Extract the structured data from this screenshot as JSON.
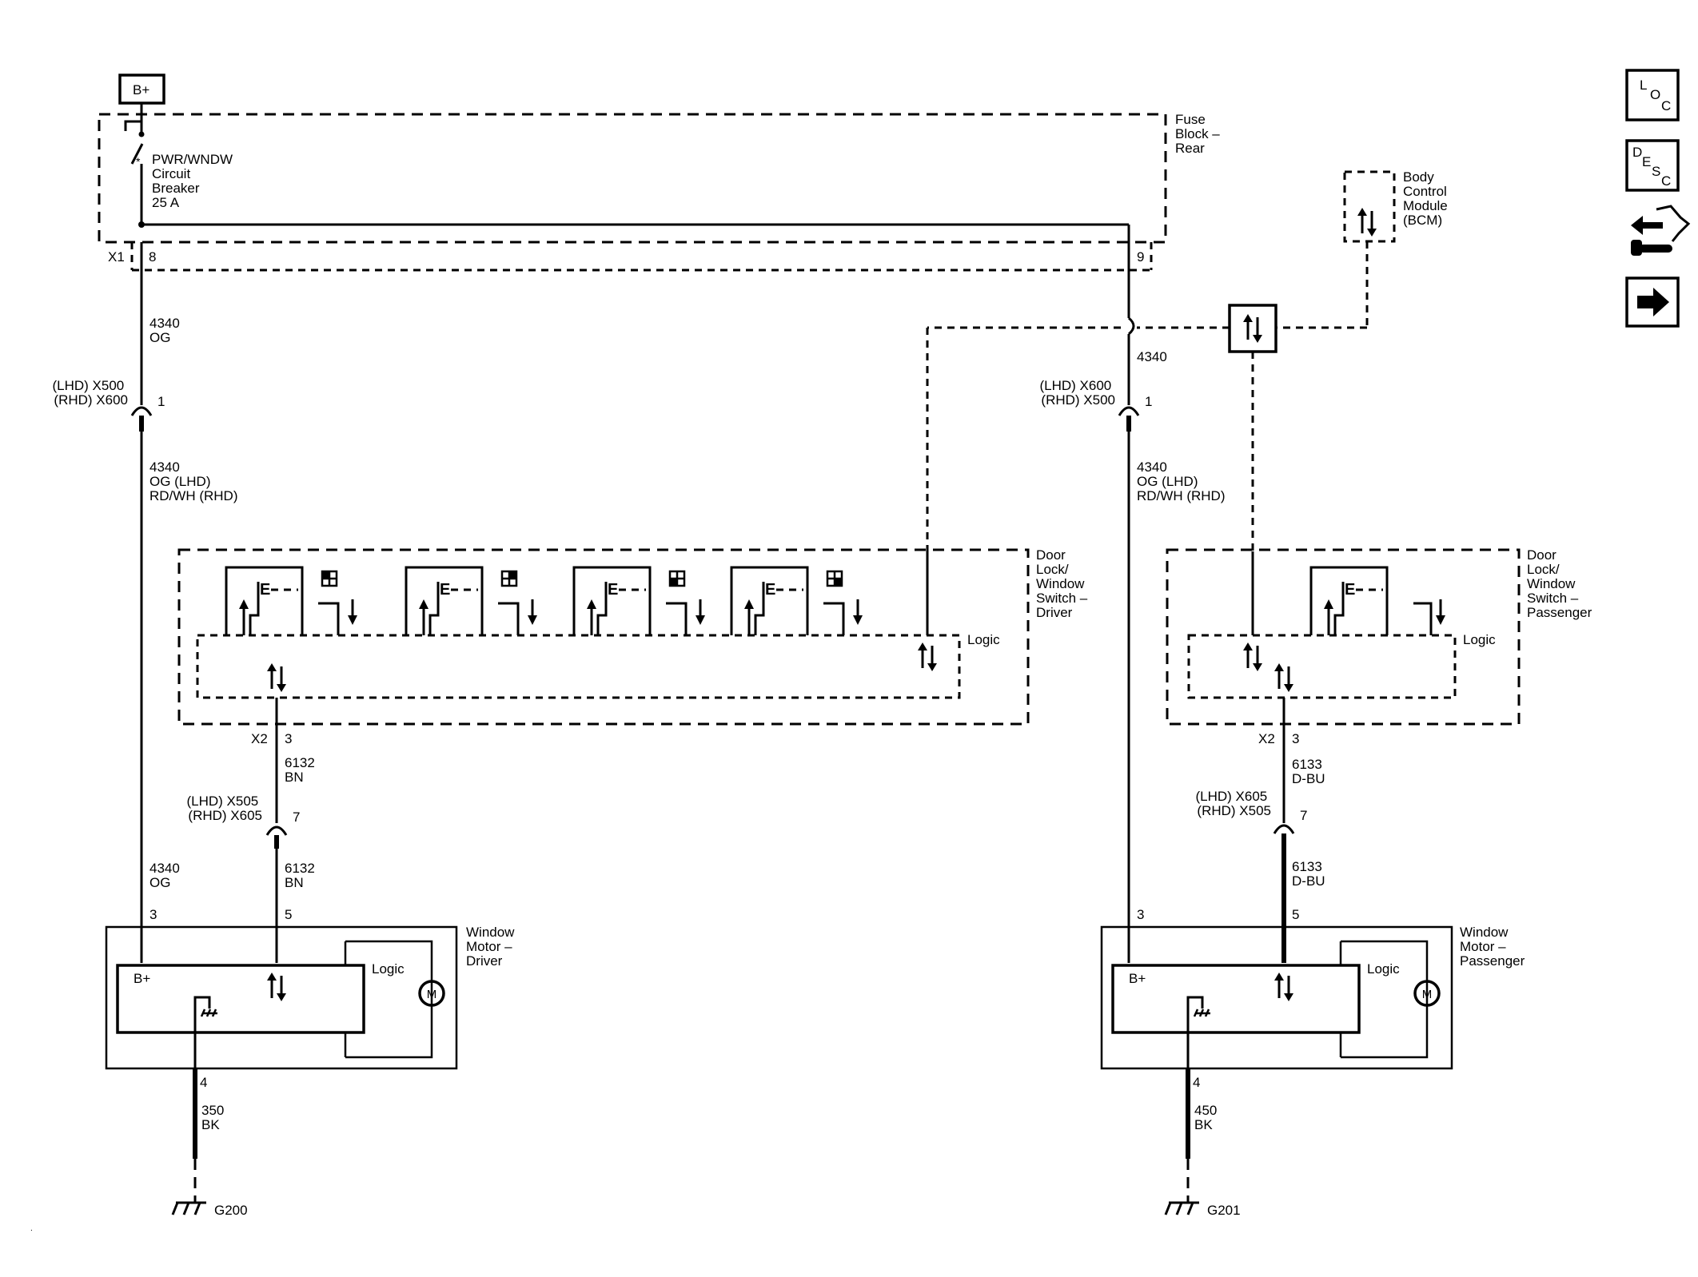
{
  "fuse_block": {
    "supply": "B+",
    "breaker_lines": [
      "PWR/WNDW",
      "Circuit",
      "Breaker",
      "25 A"
    ],
    "name_lines": [
      "Fuse",
      "Block –",
      "Rear"
    ],
    "connector": "X1",
    "pin_left": "8",
    "pin_right": "9"
  },
  "bcm": {
    "name_lines": [
      "Body",
      "Control",
      "Module",
      "(BCM)"
    ]
  },
  "nav_icons": [
    {
      "name": "loc-icon",
      "label": [
        "L",
        "O",
        "C"
      ]
    },
    {
      "name": "desc-icon",
      "label": [
        "D",
        "E",
        "S",
        "C"
      ]
    },
    {
      "name": "connector-view-icon"
    },
    {
      "name": "next-page-arrow-icon"
    }
  ],
  "left_branch": {
    "wire_top": [
      "4340",
      "OG"
    ],
    "inline_connector": [
      "(LHD) X500",
      "(RHD) X600"
    ],
    "inline_pin": "1",
    "wire_mid": [
      "4340",
      "OG (LHD)",
      "RD/WH (RHD)"
    ],
    "wire_bottom": [
      "4340",
      "OG"
    ],
    "motor_pin_b": "3"
  },
  "right_branch": {
    "wire_top": [
      "4340"
    ],
    "inline_connector": [
      "(LHD) X600",
      "(RHD) X500"
    ],
    "inline_pin": "1",
    "wire_mid": [
      "4340",
      "OG (LHD)",
      "RD/WH (RHD)"
    ],
    "motor_pin_b": "3"
  },
  "driver_switch": {
    "name_lines": [
      "Door",
      "Lock/",
      "Window",
      "Switch –",
      "Driver"
    ],
    "logic": "Logic",
    "connector": "X2",
    "pin": "3",
    "wire_a": [
      "6132",
      "BN"
    ],
    "inline_connector": [
      "(LHD) X505",
      "(RHD) X605"
    ],
    "inline_pin": "7",
    "wire_b": [
      "6132",
      "BN"
    ],
    "motor_pin_sig": "5"
  },
  "passenger_switch": {
    "name_lines": [
      "Door",
      "Lock/",
      "Window",
      "Switch –",
      "Passenger"
    ],
    "logic": "Logic",
    "connector": "X2",
    "pin": "3",
    "wire_a": [
      "6133",
      "D-BU"
    ],
    "inline_connector": [
      "(LHD) X605",
      "(RHD) X505"
    ],
    "inline_pin": "7",
    "wire_b": [
      "6133",
      "D-BU"
    ],
    "motor_pin_sig": "5"
  },
  "driver_motor": {
    "name_lines": [
      "Window",
      "Motor –",
      "Driver"
    ],
    "bplus": "B+",
    "logic": "Logic",
    "motor": "M",
    "ground_pin": "4",
    "ground_wire": [
      "350",
      "BK"
    ],
    "ground": "G200"
  },
  "passenger_motor": {
    "name_lines": [
      "Window",
      "Motor –",
      "Passenger"
    ],
    "bplus": "B+",
    "logic": "Logic",
    "motor": "M",
    "ground_pin": "4",
    "ground_wire": [
      "450",
      "BK"
    ],
    "ground": "G201"
  }
}
